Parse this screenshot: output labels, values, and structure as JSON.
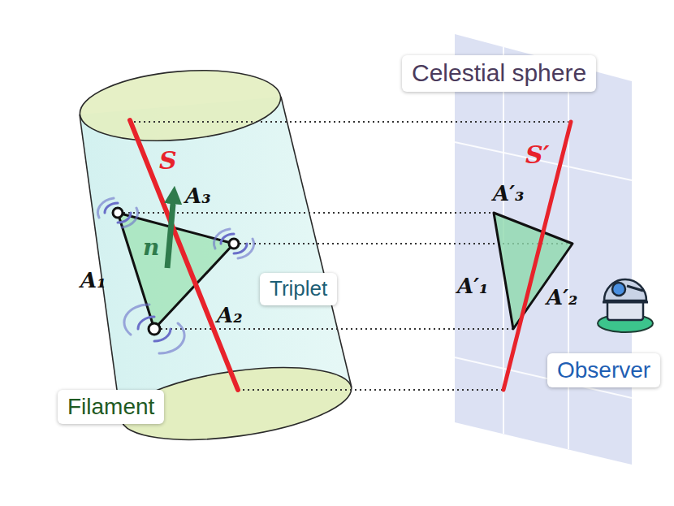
{
  "diagram": {
    "nodes": [
      {
        "text": [
          "Celestial sphere"
        ]
      },
      {
        "text": [
          "Triplet"
        ]
      },
      {
        "text": [
          "Filament"
        ]
      },
      {
        "text": [
          "Observer"
        ]
      }
    ],
    "labels": [
      "S",
      "A₃",
      "n",
      "A₁",
      "A₂",
      "S′",
      "A′₃",
      "A′₁",
      "A′₂"
    ]
  }
}
